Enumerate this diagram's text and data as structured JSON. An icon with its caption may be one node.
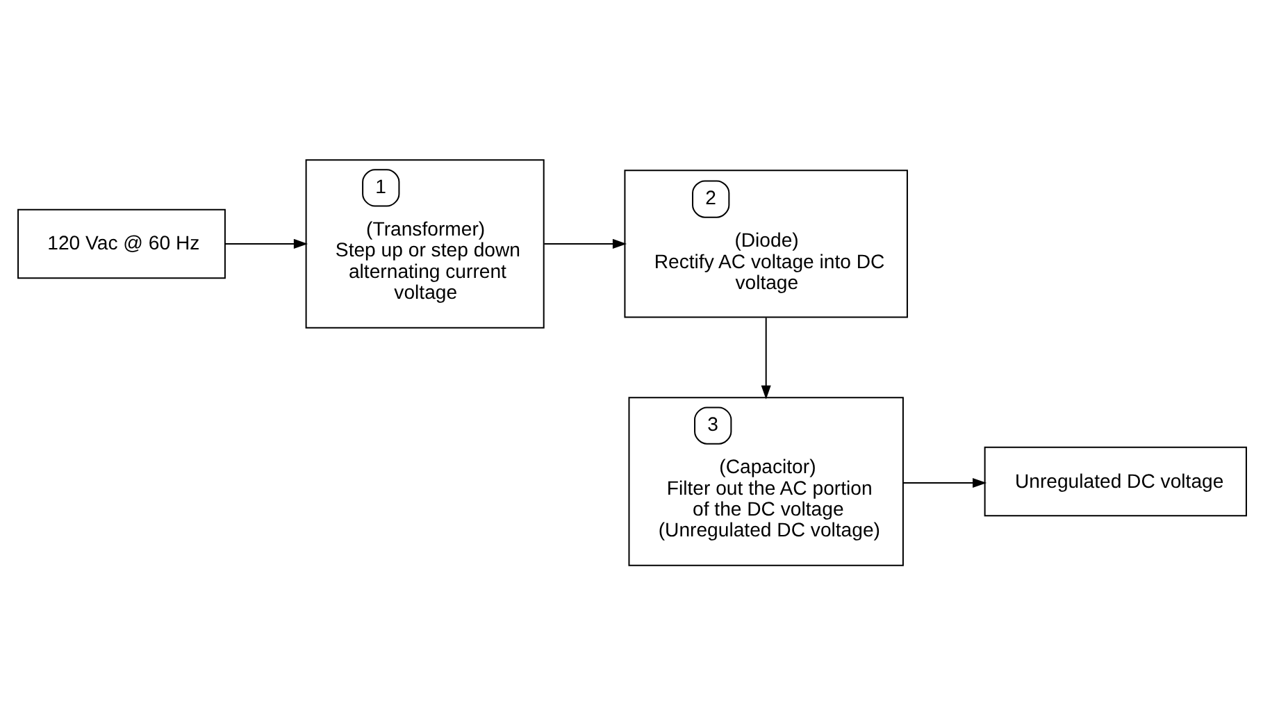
{
  "diagram": {
    "nodes": [
      {
        "text": [
          "120 Vac @ 60 Hz"
        ]
      },
      {
        "text": [
          "1",
          "(Transformer)",
          "Step up or step down alternating current voltage"
        ]
      },
      {
        "text": [
          "2",
          "(Diode)",
          "Rectify AC voltage into DC voltage"
        ]
      },
      {
        "text": [
          "3",
          "(Capacitor)",
          "Filter out the AC portion of the DC voltage",
          "(Unregulated DC voltage)"
        ]
      },
      {
        "text": [
          "Unregulated DC voltage"
        ]
      }
    ],
    "edges": [
      {
        "from": 0,
        "to": 1,
        "arrow": "to"
      },
      {
        "from": 1,
        "to": 2,
        "arrow": "to"
      },
      {
        "from": 2,
        "to": 3,
        "arrow": "to"
      },
      {
        "from": 3,
        "to": 4,
        "arrow": "to"
      }
    ]
  }
}
